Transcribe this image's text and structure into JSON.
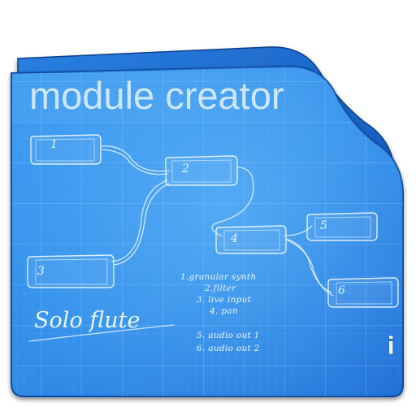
{
  "icon": {
    "title": "module creator",
    "handwritten_label": "Solo flute",
    "info_glyph": "i",
    "colors": {
      "paper_blue": "#2a86e6",
      "paper_edge_dark": "#0a4fa8",
      "back_sheet": "#1560c0",
      "grid_line": "#7fbfff",
      "chalk": "#eaf5ff"
    }
  },
  "nodes": [
    {
      "label": "1"
    },
    {
      "label": "2"
    },
    {
      "label": "3"
    },
    {
      "label": "4"
    },
    {
      "label": "5"
    },
    {
      "label": "6"
    }
  ],
  "legend": {
    "items": [
      "1.granular synth",
      "2.filter",
      "3. live input",
      "4. pan",
      "5. audio out 1",
      "6. audio out 2"
    ]
  }
}
